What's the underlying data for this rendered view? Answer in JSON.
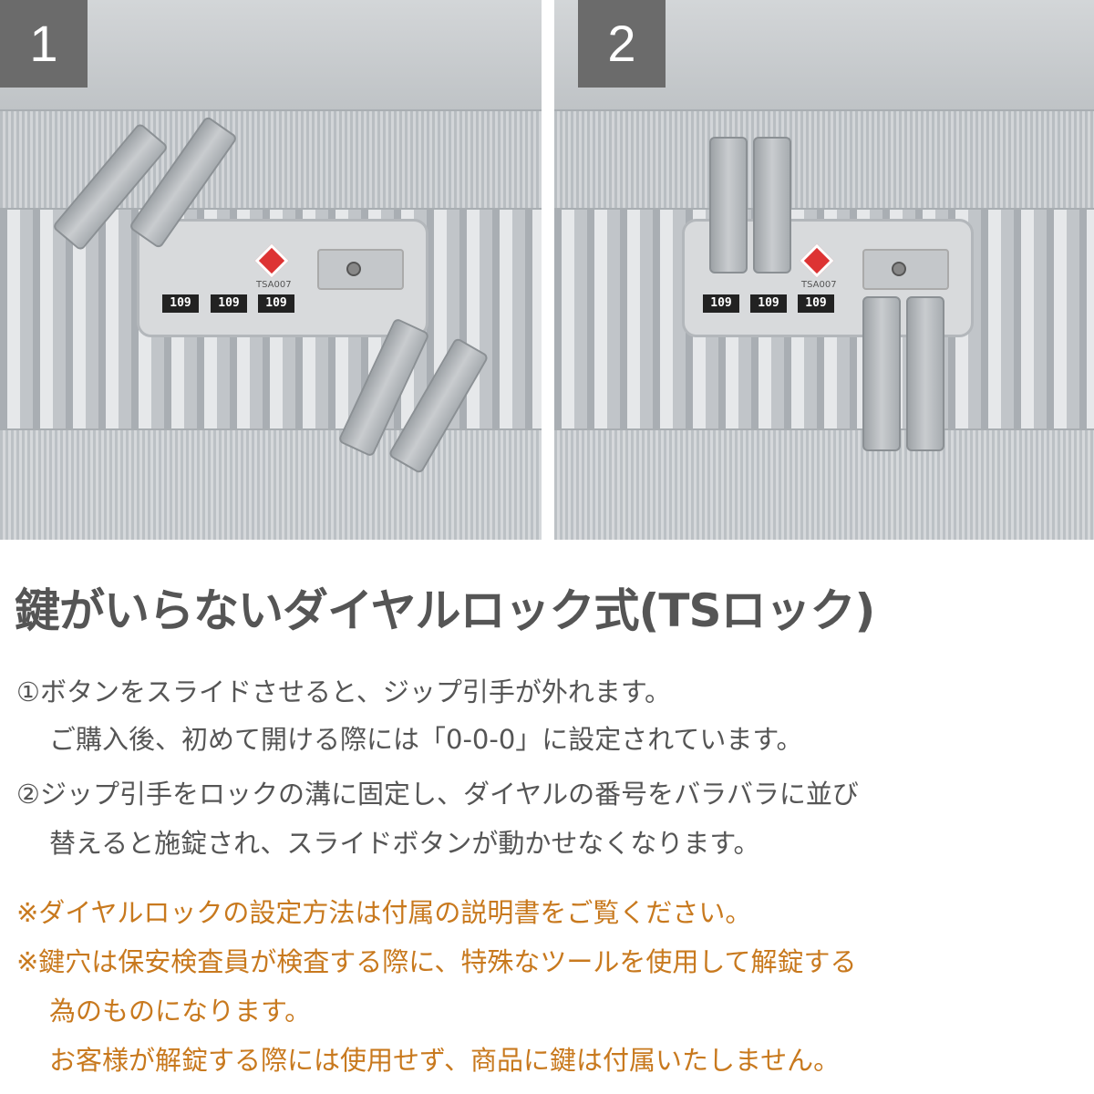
{
  "panels": [
    {
      "number": "1",
      "dials": [
        "109",
        "109",
        "109"
      ],
      "tsa_label": "TSA007"
    },
    {
      "number": "2",
      "dials": [
        "109",
        "109",
        "109"
      ],
      "tsa_label": "TSA007"
    }
  ],
  "heading": "鍵がいらないダイヤルロック式(TSロック)",
  "steps": [
    {
      "line1": "①ボタンをスライドさせると、ジップ引手が外れます。",
      "line2": "ご購入後、初めて開ける際には「0-0-0」に設定されています。"
    },
    {
      "line1": "②ジップ引手をロックの溝に固定し、ダイヤルの番号をバラバラに並び",
      "line2": "替えると施錠され、スライドボタンが動かせなくなります。"
    }
  ],
  "notes": [
    "※ダイヤルロックの設定方法は付属の説明書をご覧ください。",
    "※鍵穴は保安検査員が検査する際に、特殊なツールを使用して解錠する",
    "為のものになります。",
    "お客様が解錠する際には使用せず、商品に鍵は付属いたしません。"
  ],
  "colors": {
    "text": "#555555",
    "note": "#c8791e",
    "badge": "#6b6b6b"
  }
}
